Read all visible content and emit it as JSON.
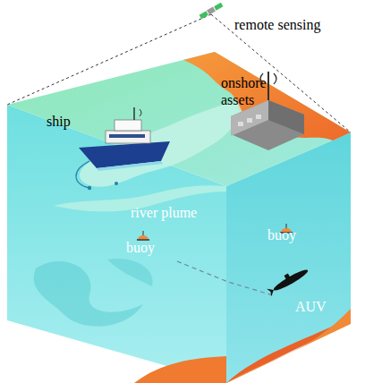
{
  "diagram": {
    "labels": [
      "remote sensing",
      "onshore assets",
      "ship",
      "river plume",
      "buoy",
      "buoy",
      "AUV"
    ]
  }
}
